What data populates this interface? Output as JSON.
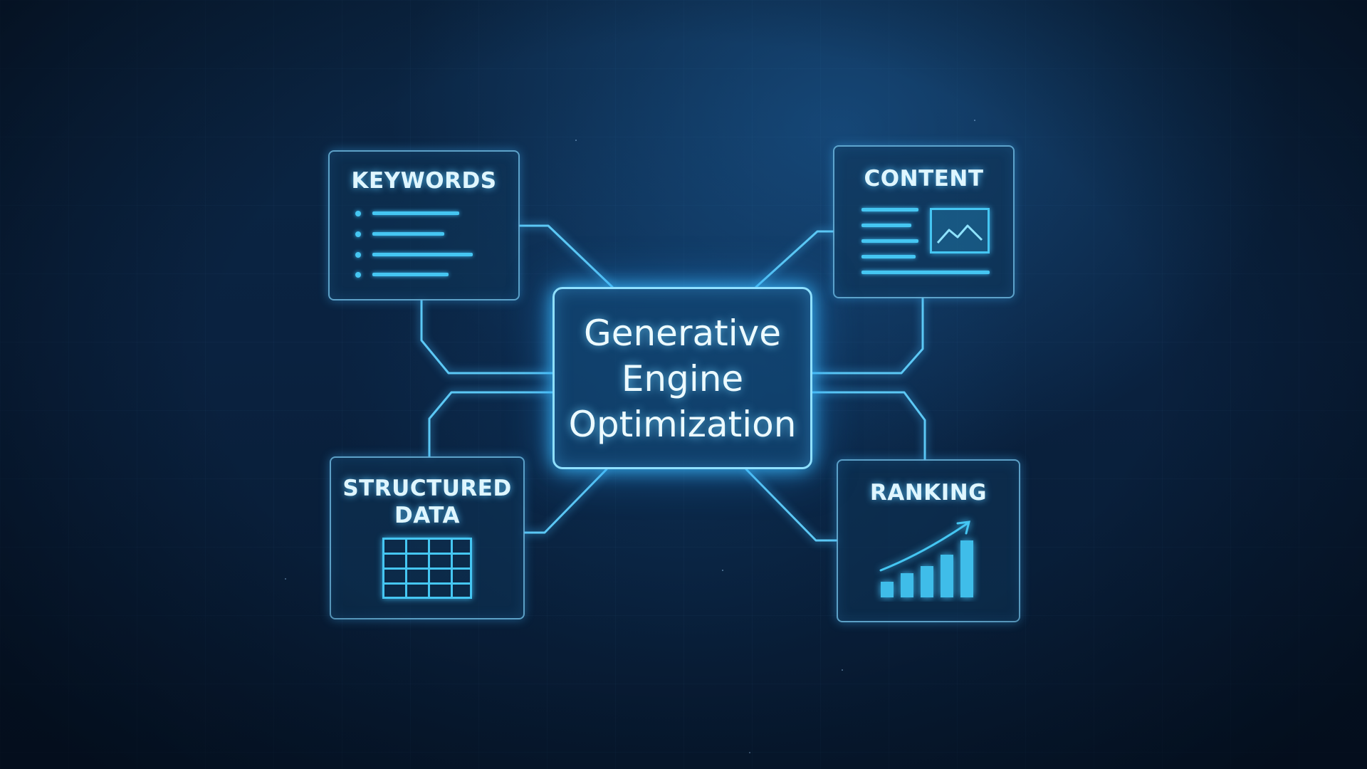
{
  "diagram": {
    "center": {
      "title": "Generative\nEngine\nOptimization"
    },
    "nodes": {
      "keywords": {
        "title": "KEYWORDS",
        "icon": "bullet-list-icon"
      },
      "content": {
        "title": "CONTENT",
        "icon": "article-with-image-icon"
      },
      "structured_data": {
        "title": "STRUCTURED\nDATA",
        "icon": "table-grid-icon"
      },
      "ranking": {
        "title": "RANKING",
        "icon": "rising-bar-chart-icon"
      }
    }
  },
  "colors": {
    "background": "#0a2240",
    "accent": "#45c6f2",
    "glow": "#5cc8f5",
    "text": "#dff6ff"
  }
}
